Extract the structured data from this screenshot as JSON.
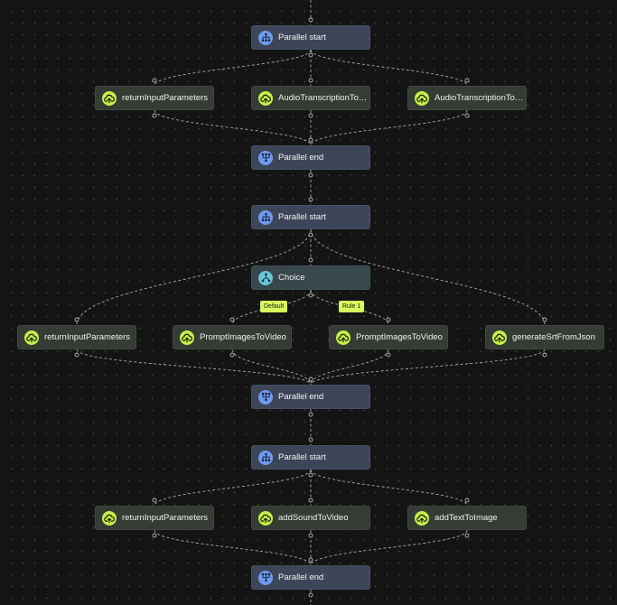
{
  "colors": {
    "parallel_node": "#3c4658",
    "choice_node": "#37474b",
    "task_node": "#343c34",
    "parallel_icon": "#6c9bf1",
    "choice_icon": "#69c6d6",
    "task_icon": "#c6ef4a",
    "badge": "#d8f75a",
    "edge": "#a8a8a8"
  },
  "nodes": [
    {
      "id": "ps1",
      "kind": "parallel-start",
      "label": "Parallel start",
      "icon": "parallel-split-icon"
    },
    {
      "id": "t1a",
      "kind": "task",
      "label": "returnInputParameters",
      "icon": "cloud-upload-icon"
    },
    {
      "id": "t1b",
      "kind": "task",
      "label": "AudioTranscriptionToS...",
      "icon": "cloud-upload-icon"
    },
    {
      "id": "t1c",
      "kind": "task",
      "label": "AudioTranscriptionToS...",
      "icon": "cloud-upload-icon"
    },
    {
      "id": "pe1",
      "kind": "parallel-end",
      "label": "Parallel end",
      "icon": "parallel-merge-icon"
    },
    {
      "id": "ps2",
      "kind": "parallel-start",
      "label": "Parallel start",
      "icon": "parallel-split-icon"
    },
    {
      "id": "ch",
      "kind": "choice",
      "label": "Choice",
      "icon": "choice-icon"
    },
    {
      "id": "t2a",
      "kind": "task",
      "label": "returnInputParameters",
      "icon": "cloud-upload-icon"
    },
    {
      "id": "t2b",
      "kind": "task",
      "label": "PromptImagesToVideo",
      "icon": "cloud-upload-icon"
    },
    {
      "id": "t2c",
      "kind": "task",
      "label": "PromptImagesToVideo",
      "icon": "cloud-upload-icon"
    },
    {
      "id": "t2d",
      "kind": "task",
      "label": "generateSrtFromJson",
      "icon": "cloud-upload-icon"
    },
    {
      "id": "pe2",
      "kind": "parallel-end",
      "label": "Parallel end",
      "icon": "parallel-merge-icon"
    },
    {
      "id": "ps3",
      "kind": "parallel-start",
      "label": "Parallel start",
      "icon": "parallel-split-icon"
    },
    {
      "id": "t3a",
      "kind": "task",
      "label": "returnInputParameters",
      "icon": "cloud-upload-icon"
    },
    {
      "id": "t3b",
      "kind": "task",
      "label": "addSoundToVideo",
      "icon": "cloud-upload-icon"
    },
    {
      "id": "t3c",
      "kind": "task",
      "label": "addTextToImage",
      "icon": "cloud-upload-icon"
    },
    {
      "id": "pe3",
      "kind": "parallel-end",
      "label": "Parallel end",
      "icon": "parallel-merge-icon"
    }
  ],
  "edges": [
    {
      "from": "top",
      "to": "ps1"
    },
    {
      "from": "ps1",
      "to": "t1a"
    },
    {
      "from": "ps1",
      "to": "t1b"
    },
    {
      "from": "ps1",
      "to": "t1c"
    },
    {
      "from": "t1a",
      "to": "pe1"
    },
    {
      "from": "t1b",
      "to": "pe1"
    },
    {
      "from": "t1c",
      "to": "pe1"
    },
    {
      "from": "pe1",
      "to": "ps2"
    },
    {
      "from": "ps2",
      "to": "t2a"
    },
    {
      "from": "ps2",
      "to": "ch"
    },
    {
      "from": "ps2",
      "to": "t2d"
    },
    {
      "from": "ch",
      "to": "t2b"
    },
    {
      "from": "ch",
      "to": "t2c"
    },
    {
      "from": "t2a",
      "to": "pe2"
    },
    {
      "from": "t2b",
      "to": "pe2"
    },
    {
      "from": "t2c",
      "to": "pe2"
    },
    {
      "from": "t2d",
      "to": "pe2"
    },
    {
      "from": "pe2",
      "to": "ps3"
    },
    {
      "from": "ps3",
      "to": "t3a"
    },
    {
      "from": "ps3",
      "to": "t3b"
    },
    {
      "from": "ps3",
      "to": "t3c"
    },
    {
      "from": "t3a",
      "to": "pe3"
    },
    {
      "from": "t3b",
      "to": "pe3"
    },
    {
      "from": "t3c",
      "to": "pe3"
    },
    {
      "from": "pe3",
      "to": "bottom"
    }
  ],
  "badges": [
    {
      "id": "b-default",
      "text": "Default"
    },
    {
      "id": "b-rule1",
      "text": "Rule 1"
    }
  ]
}
